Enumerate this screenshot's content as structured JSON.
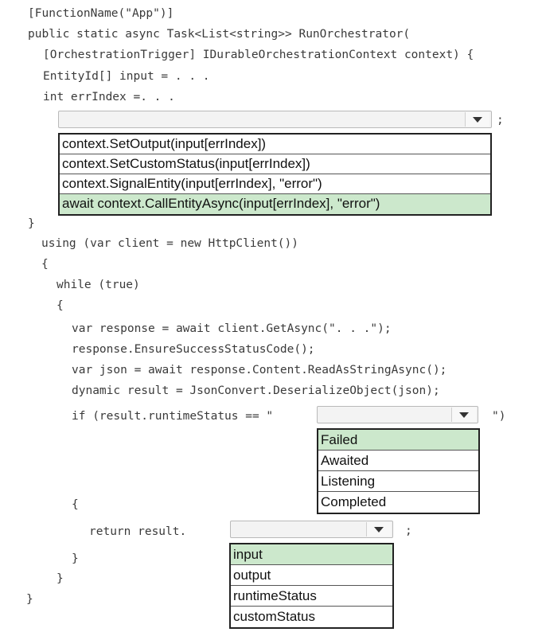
{
  "code": {
    "l1": "[FunctionName(\"App\")]",
    "l2": "public static async Task<List<string>> RunOrchestrator(",
    "l3": "[OrchestrationTrigger] IDurableOrchestrationContext context) {",
    "l4": "EntityId[] input = . . .",
    "l5": "int errIndex =. . .",
    "l6": "}",
    "l7": "using (var client = new HttpClient())",
    "l8": "{",
    "l9": "while (true)",
    "l10": "{",
    "l11": "var response = await client.GetAsync(\". . .\");",
    "l12": "response.EnsureSuccessStatusCode();",
    "l13": "var json = await response.Content.ReadAsStringAsync();",
    "l14": "dynamic result = JsonConvert.DeserializeObject(json);",
    "l15": "if (result.runtimeStatus == \"",
    "l15b": "\")",
    "l16": "{",
    "l17": "return result.",
    "l18": "}",
    "l19": "}",
    "l20": "}",
    "semi": ";"
  },
  "dropdown1": {
    "options": [
      "context.SetOutput(input[errIndex])",
      "context.SetCustomStatus(input[errIndex])",
      "context.SignalEntity(input[errIndex], \"error\")",
      "await context.CallEntityAsync(input[errIndex], \"error\")"
    ],
    "selected_index": 3
  },
  "dropdown2": {
    "options": [
      "Failed",
      "Awaited",
      "Listening",
      "Completed"
    ],
    "selected_index": 0
  },
  "dropdown3": {
    "options": [
      "input",
      "output",
      "runtimeStatus",
      "customStatus"
    ],
    "selected_index": 0
  },
  "colors": {
    "selected_bg": "#cce8cc",
    "code_text": "#3a3a3a"
  }
}
